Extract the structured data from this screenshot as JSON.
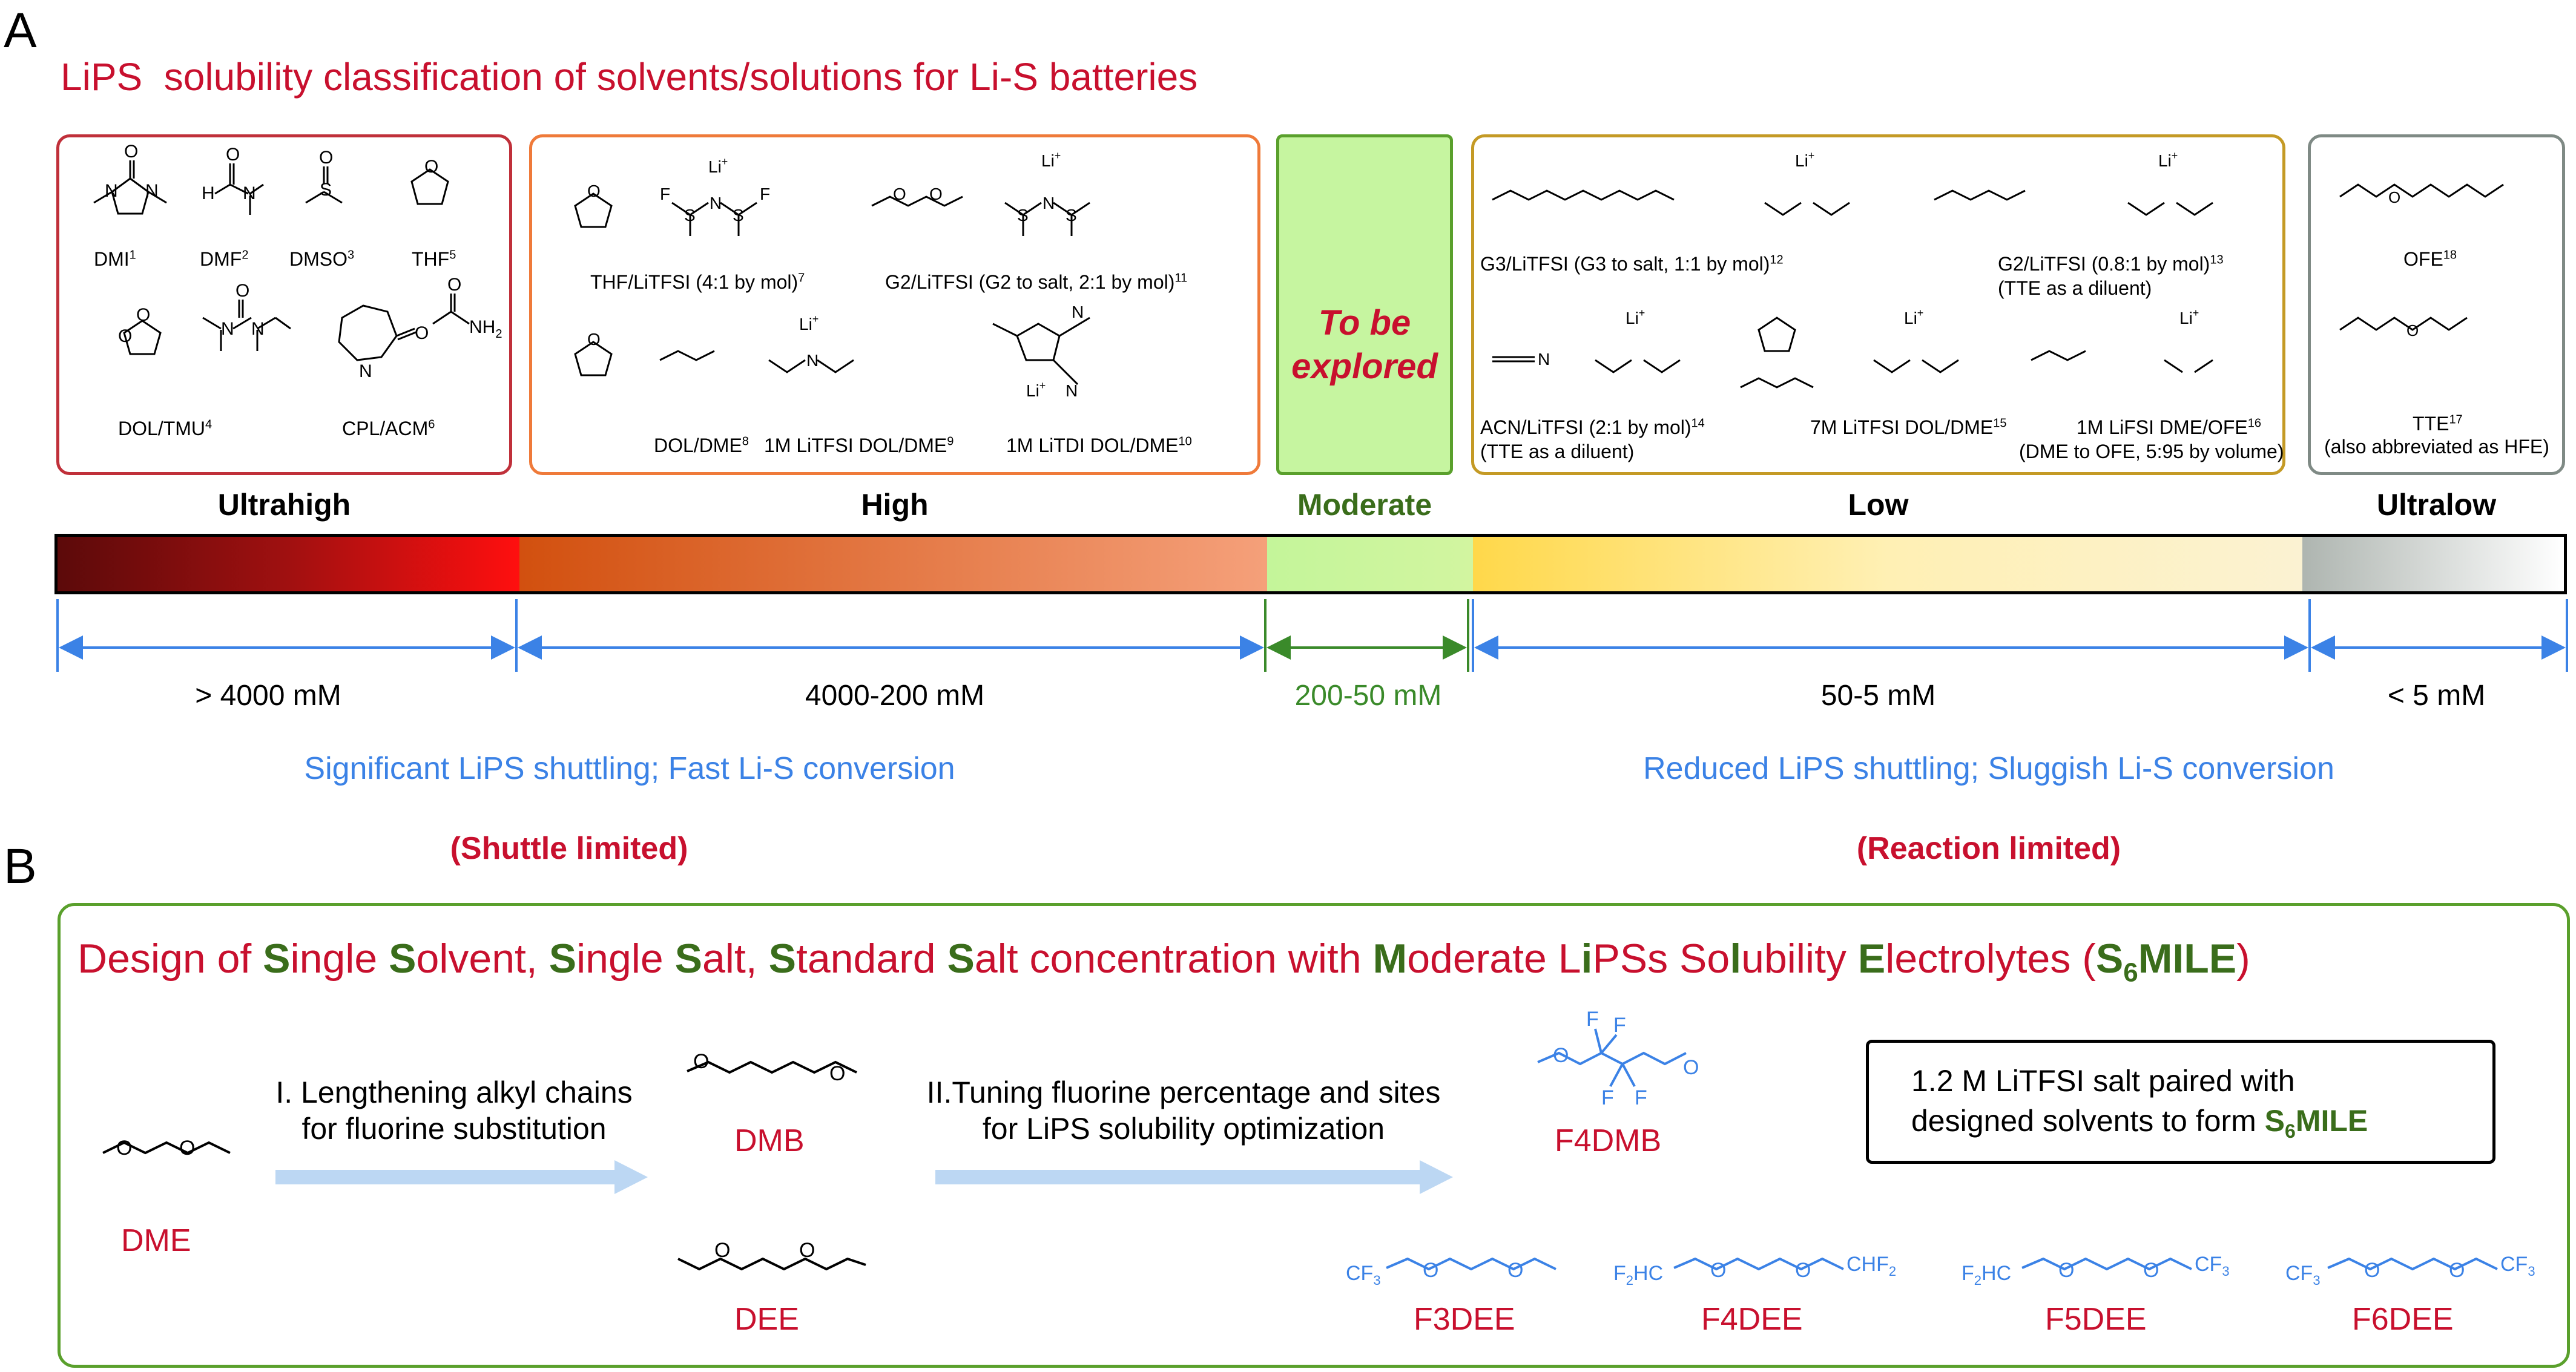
{
  "panel_a": {
    "letter": "A",
    "title_prefix": "LiPS",
    "title_rest": "solubility classification of solvents/solutions for Li-S batteries",
    "ultrahigh": {
      "labels": [
        "DMI",
        "DMF",
        "DMSO",
        "THF",
        "DOL/TMU",
        "CPL/ACM"
      ],
      "sups": [
        "1",
        "2",
        "3",
        "5",
        "4",
        "6"
      ]
    },
    "high": {
      "labels": [
        "THF/LiTFSI (4:1 by mol)",
        "G2/LiTFSI (G2 to salt, 2:1 by mol)",
        "DOL/DME",
        "1M LiTFSI DOL/DME",
        "1M LiTDI DOL/DME"
      ],
      "sups": [
        "7",
        "11",
        "8",
        "9",
        "10"
      ]
    },
    "moderate": {
      "line1": "To be",
      "line2": "explored"
    },
    "low": {
      "labels": [
        "G3/LiTFSI (G3 to salt, 1:1 by mol)",
        "G2/LiTFSI (0.8:1 by mol)",
        "(TTE as a diluent)",
        "ACN/LiTFSI (2:1 by mol)",
        "(TTE as a diluent)",
        "7M LiTFSI DOL/DME",
        "1M LiFSI DME/OFE",
        "(DME to OFE, 5:95 by volume)"
      ],
      "sups": [
        "12",
        "13",
        "14",
        "15",
        "16"
      ]
    },
    "ultralow": {
      "labels": [
        "OFE",
        "TTE",
        "(also abbreviated as HFE)"
      ],
      "sups": [
        "18",
        "17"
      ]
    },
    "categories": [
      "Ultrahigh",
      "High",
      "Moderate",
      "Low",
      "Ultralow"
    ],
    "ranges": [
      "> 4000 mM",
      "4000-200 mM",
      "200-50 mM",
      "50-5 mM",
      "< 5 mM"
    ],
    "note_left": "Significant LiPS shuttling; Fast Li-S conversion",
    "note_right": "Reduced LiPS shuttling; Sluggish Li-S conversion",
    "limit_left": "(Shuttle limited)",
    "limit_right": "(Reaction limited)",
    "atoms": {
      "li": "Li",
      "plus": "+",
      "minus": "–",
      "F": "F",
      "O": "O",
      "N": "N",
      "S": "S",
      "H": "H",
      "NH2": "NH",
      "two": "2"
    }
  },
  "panel_b": {
    "letter": "B",
    "title_segments": [
      {
        "t": "Design of ",
        "c": "red"
      },
      {
        "t": "S",
        "c": "green"
      },
      {
        "t": "ingle ",
        "c": "red"
      },
      {
        "t": "S",
        "c": "green"
      },
      {
        "t": "olvent, ",
        "c": "red"
      },
      {
        "t": "S",
        "c": "green"
      },
      {
        "t": "ingle ",
        "c": "red"
      },
      {
        "t": "S",
        "c": "green"
      },
      {
        "t": "alt, ",
        "c": "red"
      },
      {
        "t": "S",
        "c": "green"
      },
      {
        "t": "tandard ",
        "c": "red"
      },
      {
        "t": "S",
        "c": "green"
      },
      {
        "t": "alt concentration with ",
        "c": "red"
      },
      {
        "t": "M",
        "c": "green"
      },
      {
        "t": "oderate L",
        "c": "red"
      },
      {
        "t": "i",
        "c": "green"
      },
      {
        "t": "PSs So",
        "c": "red"
      },
      {
        "t": "l",
        "c": "green"
      },
      {
        "t": "ubility ",
        "c": "red"
      },
      {
        "t": "E",
        "c": "green"
      },
      {
        "t": "lectrolytes (",
        "c": "red"
      },
      {
        "t": "S",
        "c": "green"
      },
      {
        "t": "6",
        "c": "green-sub"
      },
      {
        "t": "MILE",
        "c": "green"
      },
      {
        "t": ")",
        "c": "red"
      }
    ],
    "step1_line1": "I. Lengthening alkyl chains",
    "step1_line2": "for fluorine substitution",
    "step2_line1": "II.Tuning fluorine percentage and sites",
    "step2_line2": "for LiPS  solubility optimization",
    "molecules": [
      "DME",
      "DMB",
      "DEE",
      "F4DMB",
      "F3DEE",
      "F4DEE",
      "F5DEE",
      "F6DEE"
    ],
    "callout_line1": "1.2 M LiTFSI salt paired with",
    "callout_line2": "designed solvents to form ",
    "callout_s": "S",
    "callout_6": "6",
    "callout_mile": "MILE",
    "groups": {
      "CF3": "CF",
      "F2HC": "F",
      "HC": "HC",
      "CHF2": "CHF",
      "sub3": "3",
      "sub2": "2"
    }
  },
  "colors": {
    "red": "#c8102e",
    "green": "#3a6d1b",
    "blue": "#3b82e6",
    "ultrahigh_border": "#c0303a",
    "high_border": "#ef7a3a",
    "moderate_fill": "#c6f5a0",
    "moderate_border": "#5aa02c",
    "low_border": "#c49a25",
    "ultralow_border": "#7f8a85",
    "panelb_border": "#5aa02c",
    "arrow_fill": "#bcd7f3"
  }
}
